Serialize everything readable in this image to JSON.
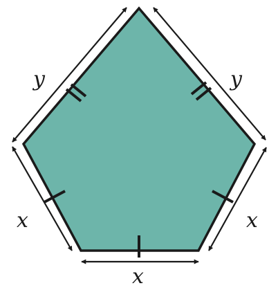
{
  "figure": {
    "fill_color": "#6db5aa",
    "stroke_color": "#1a1a1a",
    "side_labels": {
      "upper_left": "y",
      "upper_right": "y",
      "lower_left": "x",
      "lower_right": "x",
      "bottom": "x"
    },
    "tick_marks": {
      "upper_left": "double",
      "upper_right": "double",
      "lower_left": "single",
      "lower_right": "single",
      "bottom": "single"
    }
  }
}
